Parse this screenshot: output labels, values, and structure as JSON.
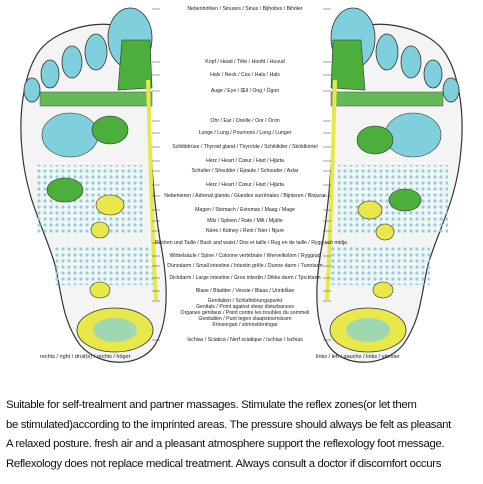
{
  "zones": [
    "Nebenhöhlen / Sinuses / Sinus / Bijholtes / Bihöler",
    "Kopf / Head / Tête / Hoofd / Huvud",
    "Hals / Neck / Cou / Hals / Hals",
    "Auge / Eye / Œil / Oog / Ögon",
    "Ohr / Ear / Oreille / Oor / Öron",
    "Lunge / Lung / Poumons / Long / Lunger",
    "Schilddrüse / Thyroid gland / Thyroïde / Schildklier / Sköldkörtel",
    "Herz / Heart / Cœur / Hart / Hjärta",
    "Schulter / Shoulder / Épaule / Schouder / Axlar",
    "Herz / Heart / Cœur / Hart / Hjärta",
    "Nebenieren / Adrenal glands / Glandes surrénales / Bijnieren / Binjurar",
    "Magen / Stomach / Estomac / Maag / Mage",
    "Milz / Spleen / Rate / Milt / Mjälte",
    "Niere / Kidney / Rein / Nier / Njure",
    "Rücken und Taille / Back and waist / Dos et taille / Rug en de taille / Rygg och midja",
    "Wirbelsäule / Spine / Colonne vertébrale / Wervelkolom / Ryggrad",
    "Dünndarm / Small intestine / Intestin grêle / Dunne darm / Tunntarm",
    "Dickdarm / Large intestine / Gros intestin / Dikke darm / Tjocktarm",
    "Blase / Bladder / Vessie / Blaas / Urinblåse",
    "Genitalien / Schlafstörungspunkt",
    "Genitals / Point against sleep disturbances",
    "Organes génitaux / Point contre les troubles du sommeil",
    "Genitaliën / Punt tegen slaapstoornissen",
    "Könsorgan / sömnstörningar",
    "Ischias / Sciatica / Nerf sciatique / Ischias / Ischias"
  ],
  "captions": {
    "right": "rechts / right / droit(e) / rechts / höger",
    "left": "links / left / gauche / links / vänster"
  },
  "description": [
    "Suitable for self-trealment and partner massages. Stimulate the reflex zones(or let them",
    "be stimulated)according to the imprinted areas. The pressure should always be felt as pleasant",
    "A relaxed posture. fresh air and a pleasant atmosphere support the reflexology foot message.",
    "Reflexology does not replace medical treatment. Always consult a doctor if discomfort occurs"
  ],
  "colors": {
    "cyan": "#7fd0dc",
    "green": "#4caf3c",
    "yellow": "#e8e84a",
    "outline": "#333333",
    "leader": "#444444"
  }
}
